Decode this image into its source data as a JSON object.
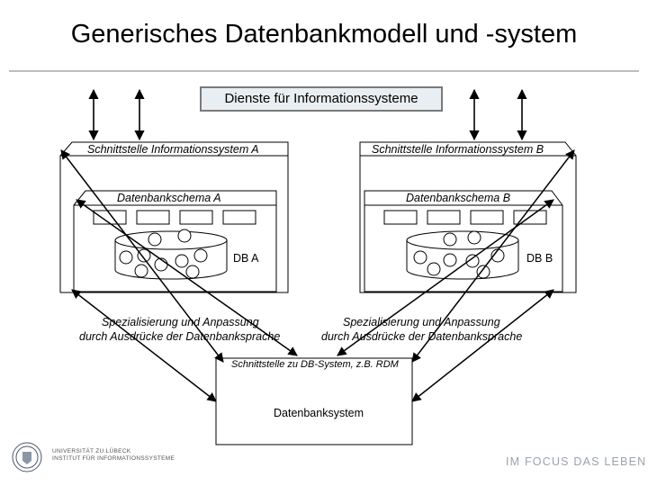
{
  "slide": {
    "title": "Generisches Datenbankmodell und -system"
  },
  "diagram": {
    "services": "Dienste für Informationssysteme",
    "interface_a": "Schnittstelle Informationssystem A",
    "interface_b": "Schnittstelle Informationssystem B",
    "schema_a": "Datenbankschema A",
    "schema_b": "Datenbankschema B",
    "db_a": "DB A",
    "db_b": "DB B",
    "spec_left_1": "Spezialisierung und Anpassung",
    "spec_left_2": "durch Ausdrücke der Datenbanksprache",
    "spec_right_1": "Spezialisierung und Anpassung",
    "spec_right_2": "durch Ausdrücke der Datenbanksprache",
    "db_interface": "Schnittstelle zu DB-System, z.B. RDM",
    "db_system": "Datenbanksystem"
  },
  "footer": {
    "university_line1": "UNIVERSITÄT ZU LÜBECK",
    "university_line2": "INSTITUT FÜR INFORMATIONSSYSTEME",
    "slogan": "IM FOCUS DAS LEBEN"
  }
}
